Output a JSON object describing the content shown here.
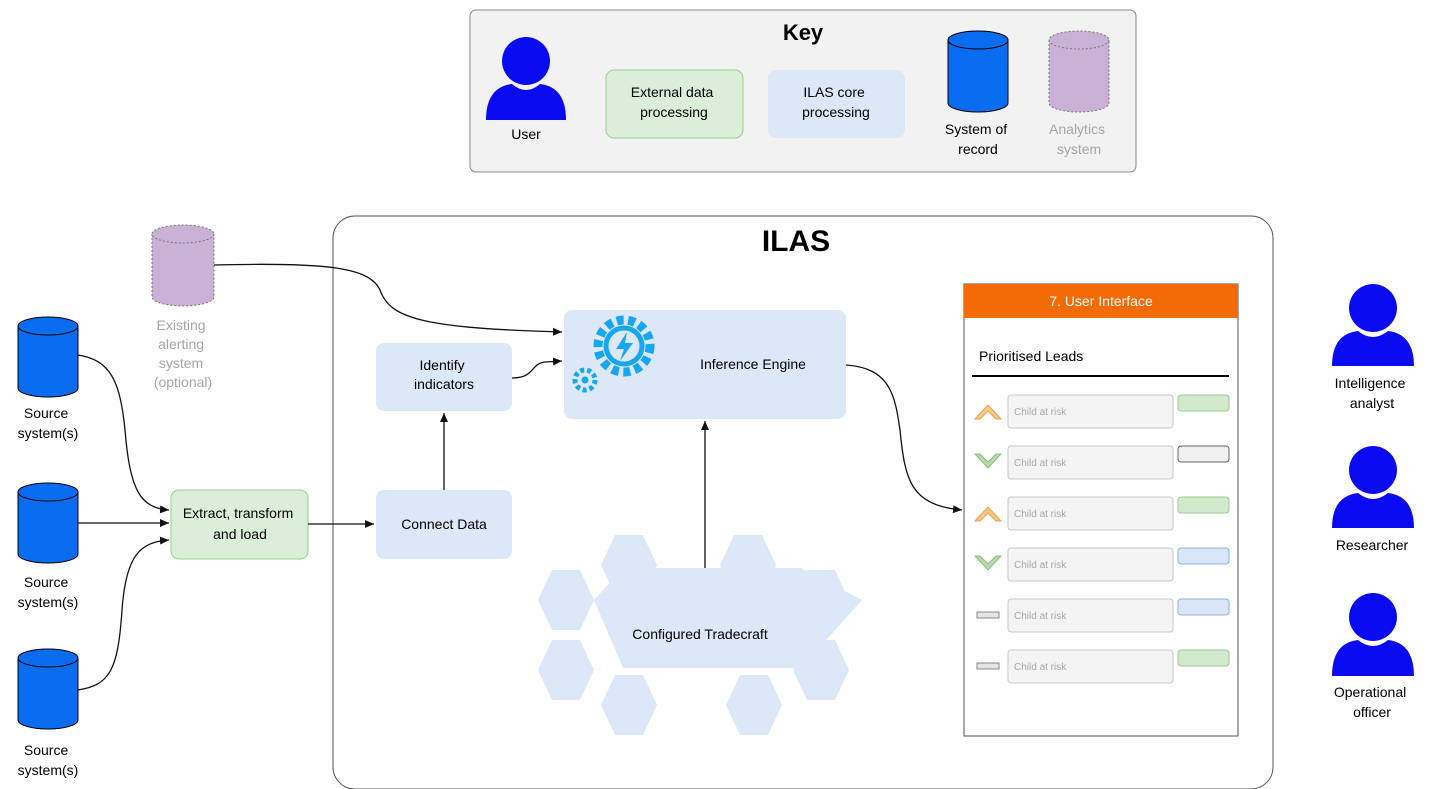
{
  "key": {
    "title": "Key",
    "user_label": "User",
    "external_label": [
      "External data",
      "processing"
    ],
    "core_label": [
      "ILAS core",
      "processing"
    ],
    "system_of_record_label": [
      "System of",
      "record"
    ],
    "analytics_label": [
      "Analytics",
      "system"
    ]
  },
  "ilas_title": "ILAS",
  "sources": [
    {
      "label": [
        "Source",
        "system(s)"
      ]
    },
    {
      "label": [
        "Source",
        "system(s)"
      ]
    },
    {
      "label": [
        "Source",
        "system(s)"
      ]
    }
  ],
  "existing_alerting": [
    "Existing",
    "alerting",
    "system",
    "(optional)"
  ],
  "etl_label": [
    "Extract, transform",
    "and load"
  ],
  "connect_data": "Connect Data",
  "identify_indicators": [
    "Identify",
    "indicators"
  ],
  "inference_engine": "Inference Engine",
  "tradecraft": "Configured Tradecraft",
  "ui_panel": {
    "header": "7. User Interface",
    "section_title": "Prioritised Leads",
    "leads": [
      {
        "indicator": "up",
        "text": "Child at risk",
        "tag": "green"
      },
      {
        "indicator": "down",
        "text": "Child at risk",
        "tag": "grey"
      },
      {
        "indicator": "up",
        "text": "Child at risk",
        "tag": "green"
      },
      {
        "indicator": "down",
        "text": "Child at risk",
        "tag": "blue"
      },
      {
        "indicator": "flat",
        "text": "Child at risk",
        "tag": "blue"
      },
      {
        "indicator": "flat",
        "text": "Child at risk",
        "tag": "green"
      }
    ]
  },
  "users": [
    {
      "label": [
        "Intelligence",
        "analyst"
      ]
    },
    {
      "label": [
        "Researcher"
      ]
    },
    {
      "label": [
        "Operational",
        "officer"
      ]
    }
  ],
  "colors": {
    "db_blue": "#0a6cf0",
    "user_blue": "#0b0bf2",
    "analytics_purple": "#c9b2d6",
    "external_green": "#dbeeda",
    "core_blue": "#dce8f8",
    "ui_header": "#f26b06",
    "up_orange": "#f5c88a",
    "down_green": "#b9d9ae",
    "tag_green": "#d3e9cd",
    "tag_grey": "#f0f0f0",
    "tag_blue": "#dae6f7"
  }
}
